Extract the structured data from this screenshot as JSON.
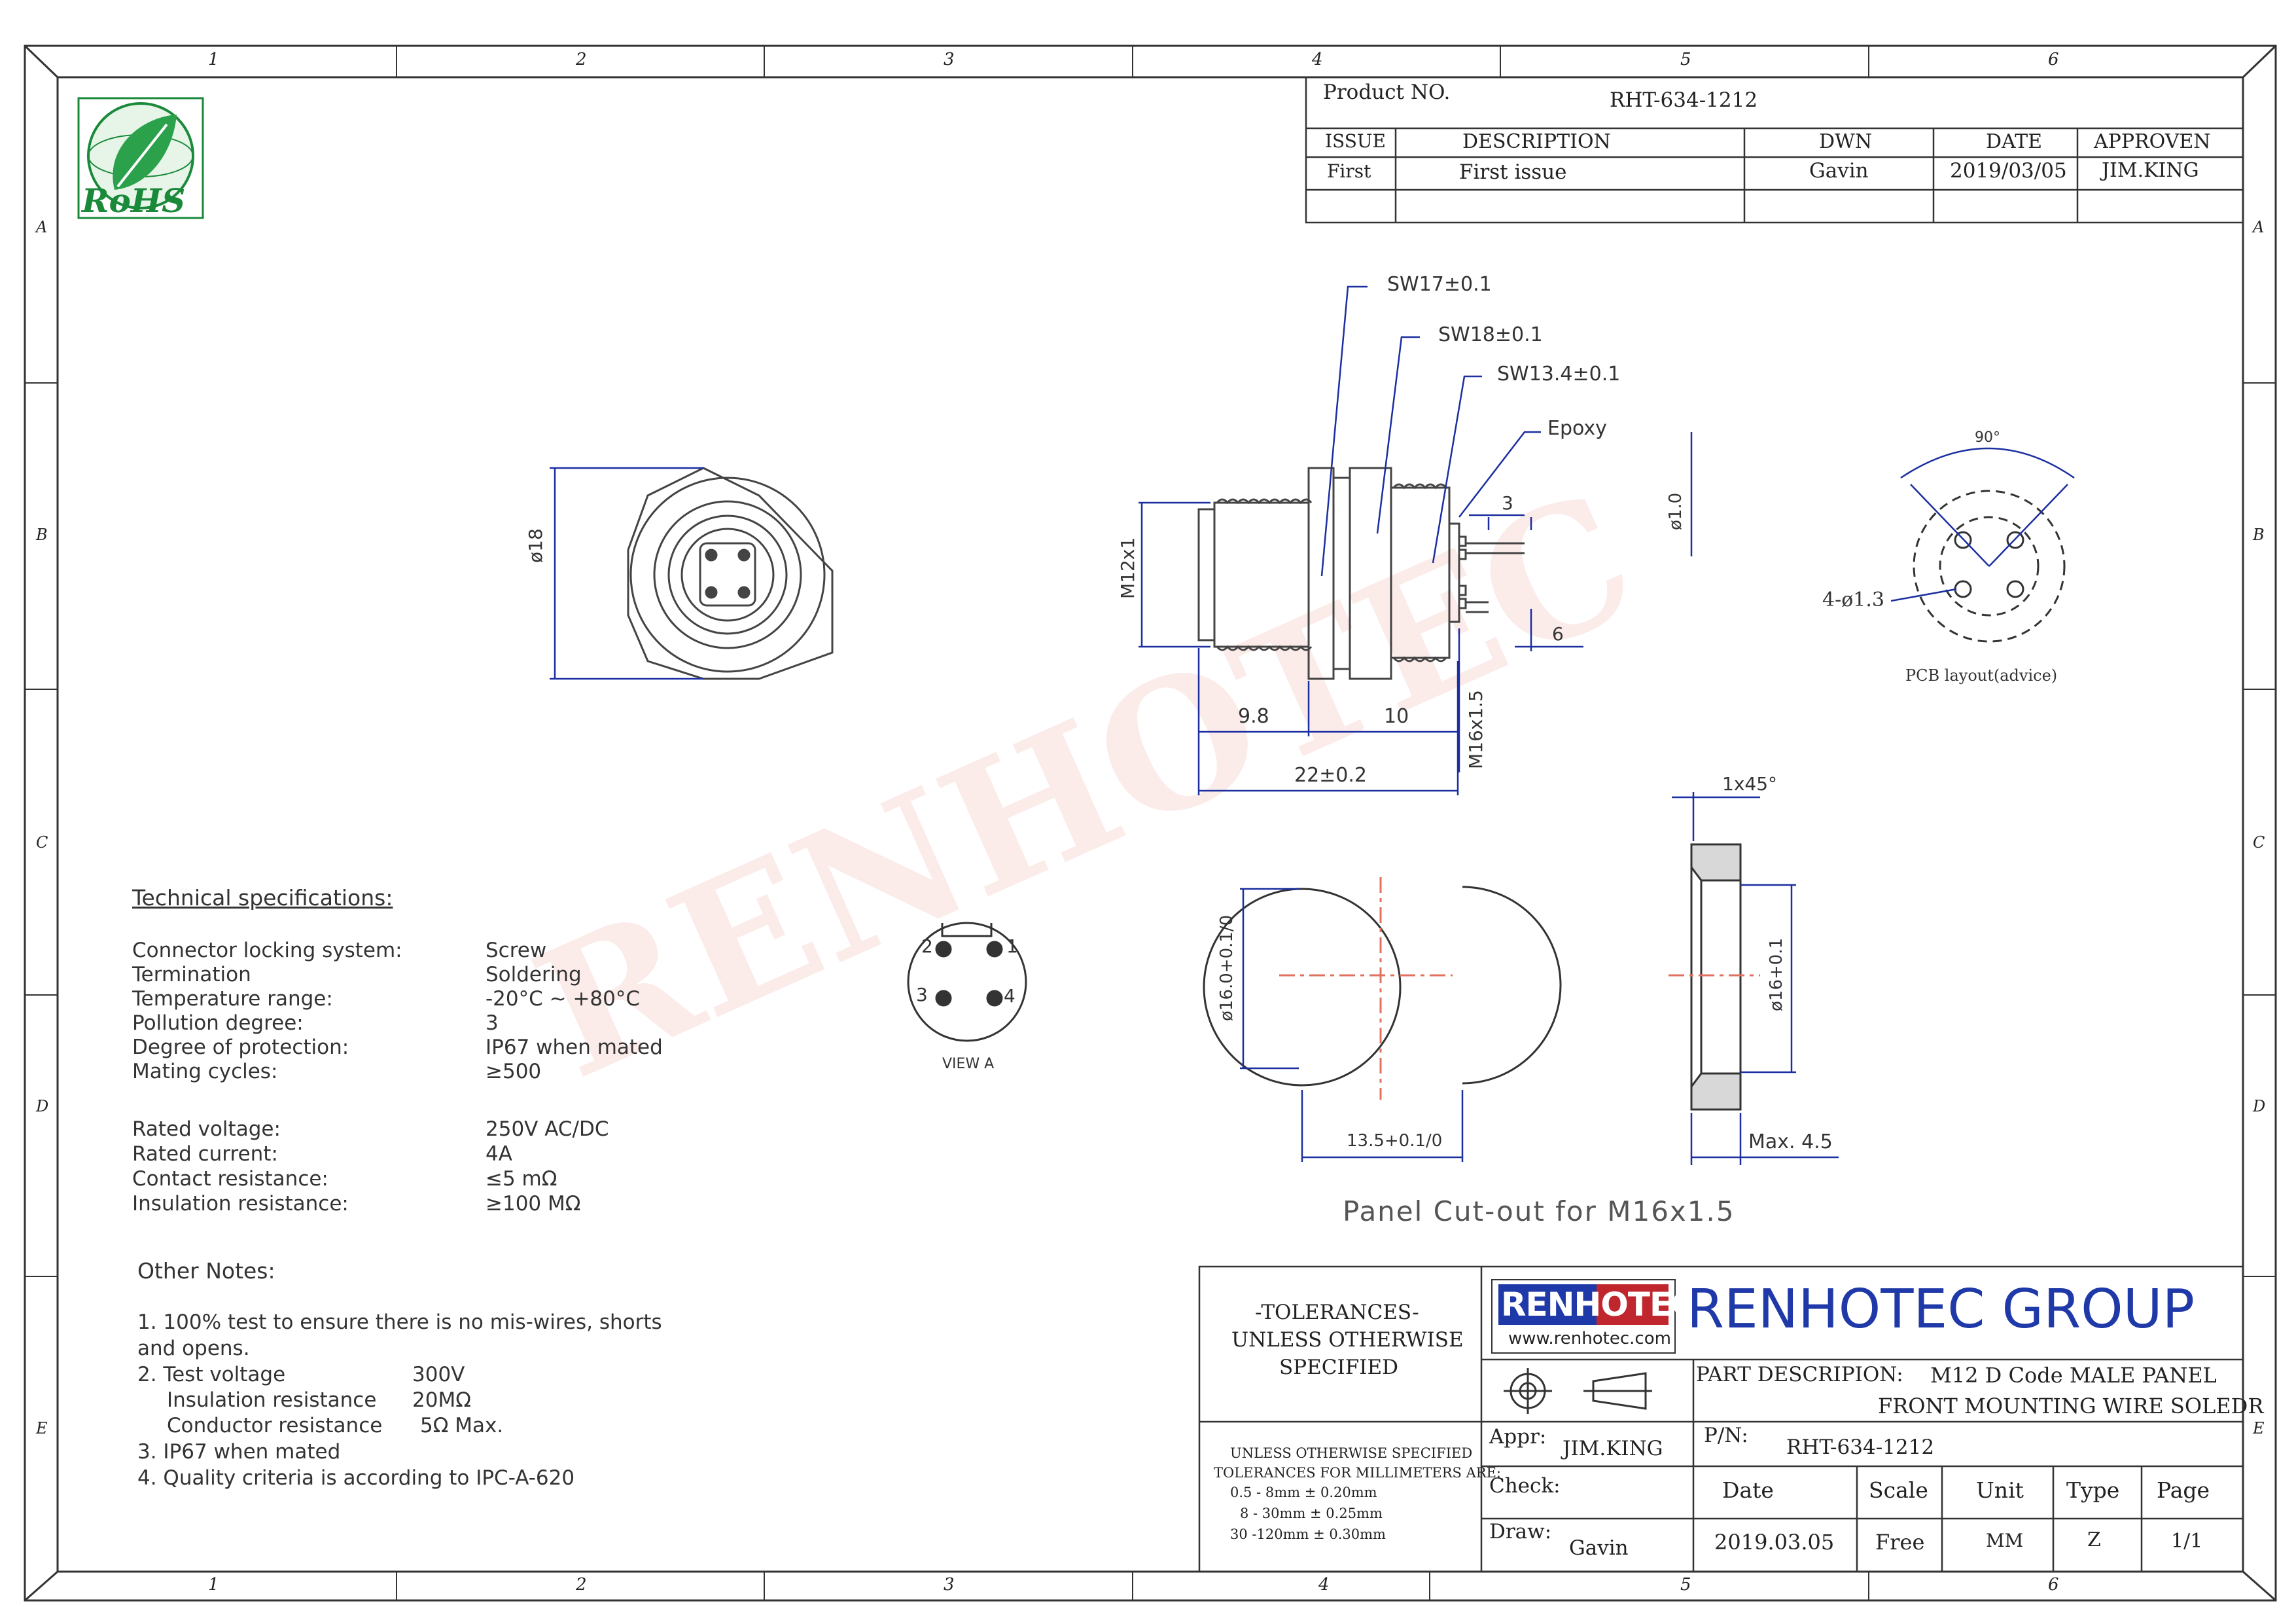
{
  "frame": {
    "columns": [
      "1",
      "2",
      "3",
      "4",
      "5",
      "6"
    ],
    "rows": [
      "A",
      "B",
      "C",
      "D",
      "E"
    ]
  },
  "logo": {
    "rohs_text": "RoHS",
    "rohs_color": "#1a8a3a"
  },
  "header": {
    "product_label": "Product NO.",
    "product_value": "RHT-634-1212",
    "cols": [
      "ISSUE",
      "DESCRIPTION",
      "DWN",
      "DATE",
      "APPROVEN"
    ],
    "row": [
      "First",
      "First issue",
      "Gavin",
      "2019/03/05",
      "JIM.KING"
    ]
  },
  "callouts": {
    "sw17": "SW17±0.1",
    "sw18": "SW18±0.1",
    "sw134": "SW13.4±0.1",
    "epoxy": "Epoxy"
  },
  "dims": {
    "d18": "ø18",
    "m12": "M12x1",
    "d10pin": "ø1.0",
    "three": "3",
    "six": "6",
    "m16": "M16x1.5",
    "d98": "9.8",
    "d10": "10",
    "d22": "22±0.2",
    "chamfer": "1x45°",
    "d160": "ø16.0+0.1/0",
    "d16": "ø16+0.1",
    "d135": "13.5+0.1/0",
    "max45": "Max. 4.5",
    "angle90": "90°",
    "holes": "4-ø1.3",
    "pcb": "PCB layout(advice)",
    "view_a": "VIEW A",
    "pins": [
      "1",
      "2",
      "3",
      "4"
    ]
  },
  "panel_cutout": "Panel Cut-out for M16x1.5",
  "specs": {
    "heading": "Technical specifications:",
    "rows": [
      {
        "k": "Connector locking system:",
        "v": "Screw"
      },
      {
        "k": "Termination",
        "v": "Soldering"
      },
      {
        "k": "Temperature range:",
        "v": "-20°C ~ +80°C"
      },
      {
        "k": "Pollution degree:",
        "v": "3"
      },
      {
        "k": "Degree of protection:",
        "v": "IP67 when mated"
      },
      {
        "k": "Mating cycles:",
        "v": "≥500"
      },
      {
        "k": "Rated voltage:",
        "v": "250V AC/DC"
      },
      {
        "k": "Rated current:",
        "v": "4A"
      },
      {
        "k": "Contact resistance:",
        "v": "≤5 mΩ"
      },
      {
        "k": "Insulation resistance:",
        "v": "≥100 MΩ"
      }
    ]
  },
  "notes": {
    "heading": "Other Notes:",
    "lines": [
      "1. 100% test to ensure there is no mis-wires, shorts",
      "and opens.",
      "2. Test voltage",
      "300V",
      "Insulation resistance",
      "20MΩ",
      "Conductor resistance",
      "5Ω Max.",
      "3. IP67 when mated",
      "4. Quality criteria is according to IPC-A-620"
    ]
  },
  "watermark": "RENHOTEC",
  "title_block": {
    "tol1": "-TOLERANCES-",
    "tol2": "UNLESS OTHERWISE",
    "tol3": "SPECIFIED",
    "tol_small": [
      "UNLESS OTHERWISE SPECIFIED",
      "TOLERANCES FOR MILLIMETERS ARE:",
      "0.5 - 8mm ± 0.20mm",
      "8 - 30mm ± 0.25mm",
      "30 -120mm ± 0.30mm"
    ],
    "brand_box": "RENHOTEC",
    "brand_url": "www.renhotec.com",
    "group": "RENHOTEC GROUP",
    "group_color": "#1f3aa8",
    "part_label": "PART DESCRIPION:",
    "part_line1": "M12 D Code MALE PANEL",
    "part_line2": "FRONT MOUNTING WIRE SOLEDR",
    "appr_label": "Appr:",
    "appr_value": "JIM.KING",
    "pn_label": "P/N:",
    "pn_value": "RHT-634-1212",
    "check_label": "Check:",
    "draw_label": "Draw:",
    "draw_value": "Gavin",
    "cols": [
      "Date",
      "Scale",
      "Unit",
      "Type",
      "Page"
    ],
    "vals": [
      "2019.03.05",
      "Free",
      "MM",
      "Z",
      "1/1"
    ]
  }
}
